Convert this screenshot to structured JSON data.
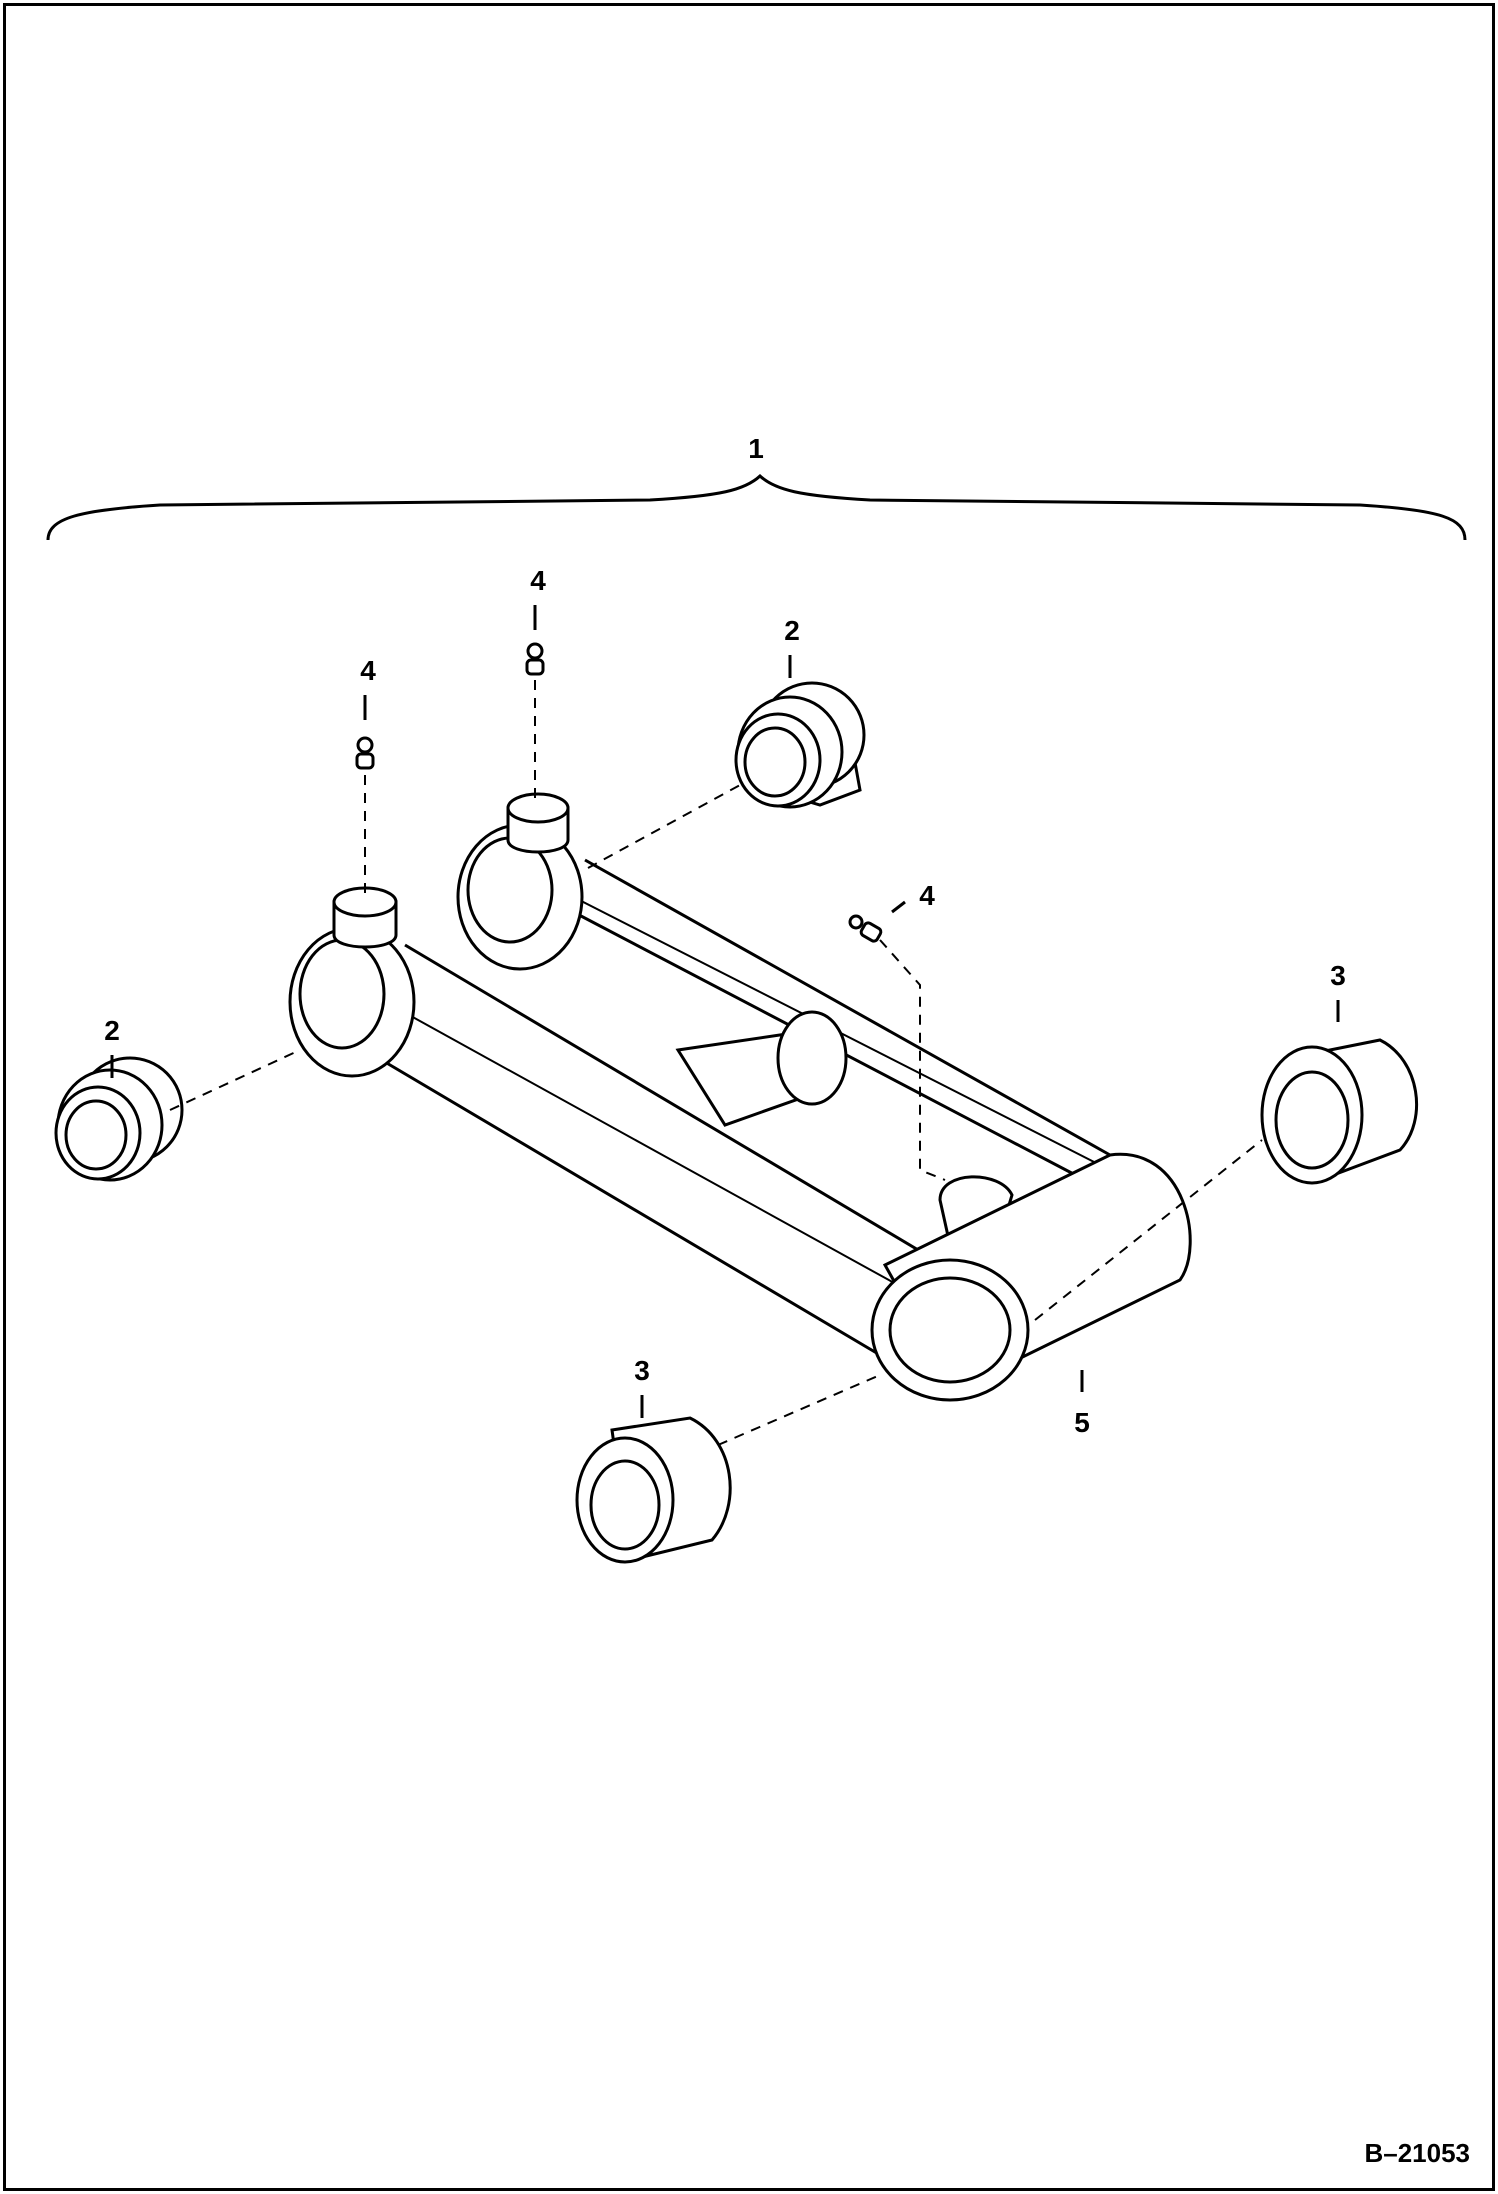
{
  "callouts": {
    "assembly": "1",
    "seal_left": "2",
    "seal_right": "2",
    "bushing_lower": "3",
    "bushing_right": "3",
    "fitting_left": "4",
    "fitting_top": "4",
    "fitting_center": "4",
    "link_body": "5"
  },
  "figure_id": "B–21053",
  "colors": {
    "line": "#000000",
    "background": "#ffffff"
  }
}
